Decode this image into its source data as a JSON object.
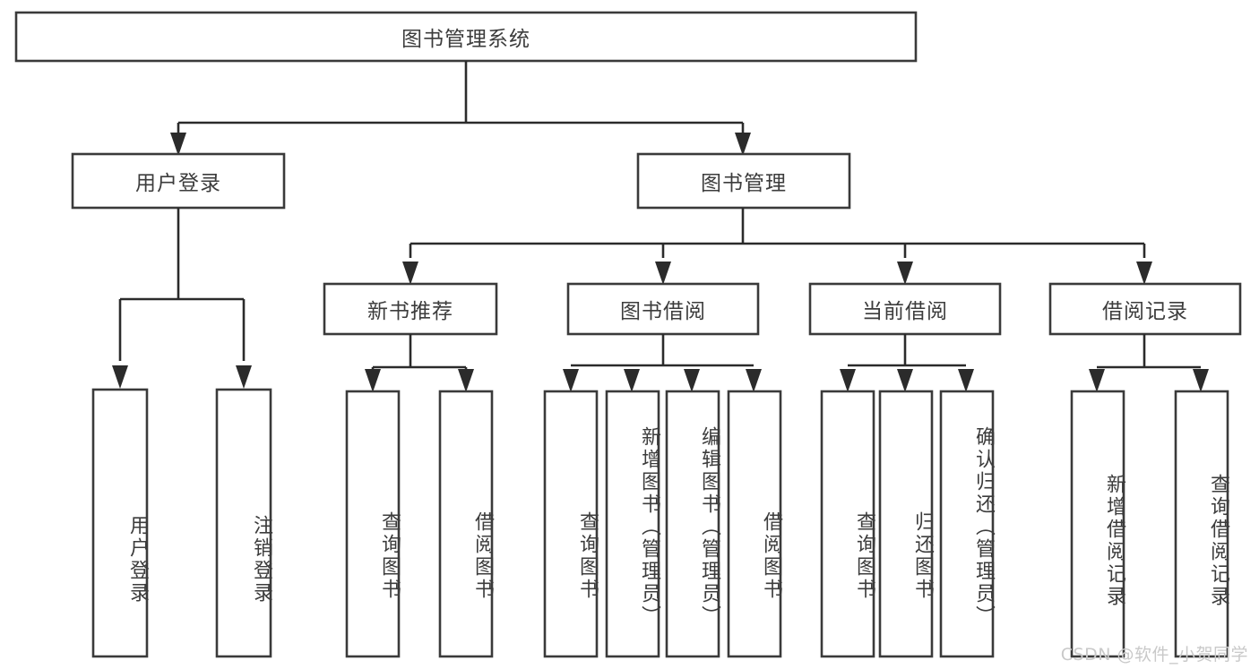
{
  "diagram": {
    "title": "图书管理系统",
    "type": "hierarchy-tree",
    "watermark": "CSDN @软件_小贺同学",
    "colors": {
      "box_stroke": "#3a3a3a",
      "box_fill": "#ffffff",
      "connector": "#2b2b2b",
      "text": "#3c3c3c",
      "watermark": "#c9c9c9",
      "background": "#ffffff"
    },
    "nodes": {
      "root": {
        "label": "图书管理系统"
      },
      "level1": [
        {
          "id": "user-login",
          "label": "用户登录"
        },
        {
          "id": "book-manage",
          "label": "图书管理"
        }
      ],
      "level2": [
        {
          "id": "new-book-recommend",
          "label": "新书推荐"
        },
        {
          "id": "book-borrow",
          "label": "图书借阅"
        },
        {
          "id": "current-borrow",
          "label": "当前借阅"
        },
        {
          "id": "borrow-record",
          "label": "借阅记录"
        }
      ],
      "leaves": {
        "user_login": [
          {
            "id": "leaf-user-login",
            "label": "用户登录"
          },
          {
            "id": "leaf-logout-login",
            "label": "注销登录"
          }
        ],
        "new_book_recommend": [
          {
            "id": "leaf-query-book-1",
            "label": "查询图书"
          },
          {
            "id": "leaf-borrow-book-1",
            "label": "借阅图书"
          }
        ],
        "book_borrow": [
          {
            "id": "leaf-query-book-2",
            "label": "查询图书"
          },
          {
            "id": "leaf-add-book",
            "label": "新增图书（管理员）"
          },
          {
            "id": "leaf-edit-book",
            "label": "编辑图书（管理员）"
          },
          {
            "id": "leaf-borrow-book-2",
            "label": "借阅图书"
          }
        ],
        "current_borrow": [
          {
            "id": "leaf-query-book-3",
            "label": "查询图书"
          },
          {
            "id": "leaf-return-book",
            "label": "归还图书"
          },
          {
            "id": "leaf-confirm-return",
            "label": "确认归还（管理员）"
          }
        ],
        "borrow_record": [
          {
            "id": "leaf-add-record",
            "label": "新增借阅记录"
          },
          {
            "id": "leaf-query-record",
            "label": "查询借阅记录"
          }
        ]
      }
    }
  }
}
